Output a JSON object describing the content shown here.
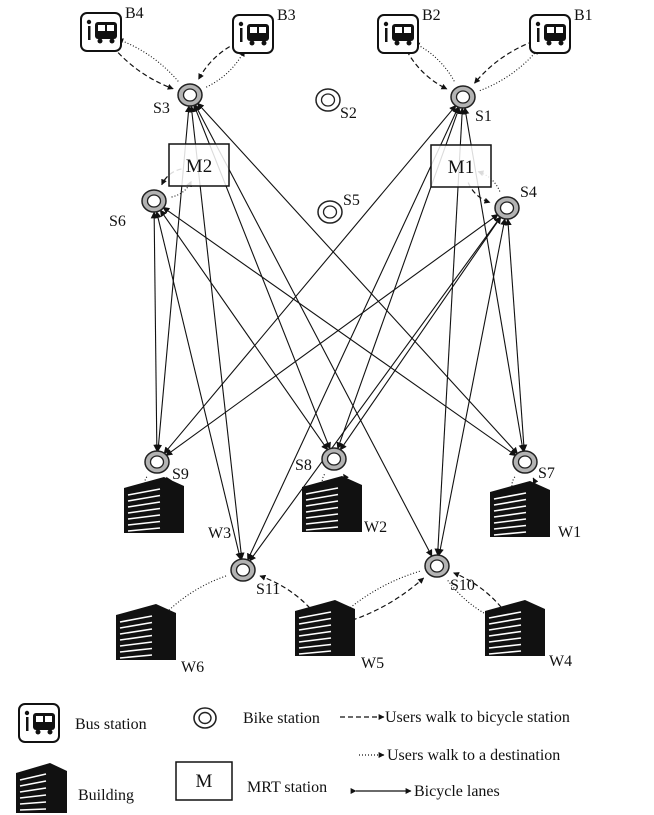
{
  "bus_stations": [
    {
      "id": "B4",
      "label": "B4"
    },
    {
      "id": "B3",
      "label": "B3"
    },
    {
      "id": "B2",
      "label": "B2"
    },
    {
      "id": "B1",
      "label": "B1"
    }
  ],
  "bike_stations": [
    {
      "id": "S1",
      "label": "S1"
    },
    {
      "id": "S2",
      "label": "S2"
    },
    {
      "id": "S3",
      "label": "S3"
    },
    {
      "id": "S4",
      "label": "S4"
    },
    {
      "id": "S5",
      "label": "S5"
    },
    {
      "id": "S6",
      "label": "S6"
    },
    {
      "id": "S7",
      "label": "S7"
    },
    {
      "id": "S8",
      "label": "S8"
    },
    {
      "id": "S9",
      "label": "S9"
    },
    {
      "id": "S10",
      "label": "S10"
    },
    {
      "id": "S11",
      "label": "S11"
    }
  ],
  "mrt_stations": [
    {
      "id": "M1",
      "label": "M1"
    },
    {
      "id": "M2",
      "label": "M2"
    }
  ],
  "buildings": [
    {
      "id": "W1",
      "label": "W1"
    },
    {
      "id": "W2",
      "label": "W2"
    },
    {
      "id": "W3",
      "label": "W3"
    },
    {
      "id": "W4",
      "label": "W4"
    },
    {
      "id": "W5",
      "label": "W5"
    },
    {
      "id": "W6",
      "label": "W6"
    }
  ],
  "bicycle_lanes": [
    [
      "S3",
      "S9"
    ],
    [
      "S3",
      "S11"
    ],
    [
      "S3",
      "S8"
    ],
    [
      "S3",
      "S10"
    ],
    [
      "S3",
      "S7"
    ],
    [
      "S6",
      "S9"
    ],
    [
      "S6",
      "S11"
    ],
    [
      "S6",
      "S8"
    ],
    [
      "S6",
      "S7"
    ],
    [
      "S1",
      "S9"
    ],
    [
      "S1",
      "S11"
    ],
    [
      "S1",
      "S8"
    ],
    [
      "S1",
      "S10"
    ],
    [
      "S1",
      "S7"
    ],
    [
      "S4",
      "S9"
    ],
    [
      "S4",
      "S11"
    ],
    [
      "S4",
      "S8"
    ],
    [
      "S4",
      "S10"
    ],
    [
      "S4",
      "S7"
    ]
  ],
  "walk_to_station": [
    [
      "B4",
      "S3"
    ],
    [
      "B3",
      "S3"
    ],
    [
      "B2",
      "S1"
    ],
    [
      "B1",
      "S1"
    ],
    [
      "M2",
      "S6"
    ],
    [
      "M1",
      "S4"
    ],
    [
      "W3",
      "S9"
    ],
    [
      "W2",
      "S8"
    ],
    [
      "W1",
      "S7"
    ],
    [
      "W5",
      "S10"
    ],
    [
      "W4",
      "S10"
    ],
    [
      "W5",
      "S11"
    ]
  ],
  "walk_to_destination": [
    [
      "S3",
      "B4"
    ],
    [
      "S3",
      "B3"
    ],
    [
      "S1",
      "B2"
    ],
    [
      "S1",
      "B1"
    ],
    [
      "S6",
      "M2"
    ],
    [
      "S4",
      "M1"
    ],
    [
      "S9",
      "W3"
    ],
    [
      "S8",
      "W2"
    ],
    [
      "S7",
      "W1"
    ],
    [
      "S10",
      "W5"
    ],
    [
      "S10",
      "W4"
    ],
    [
      "S11",
      "W6"
    ]
  ],
  "legend": {
    "bus_station": "Bus station",
    "bike_station": "Bike station",
    "building": "Building",
    "mrt_symbol": "M",
    "mrt_station": "MRT station",
    "walk_to_bicycle": "Users walk to bicycle station",
    "walk_to_destination": "Users walk to a destination",
    "bicycle_lanes": "Bicycle lanes"
  }
}
